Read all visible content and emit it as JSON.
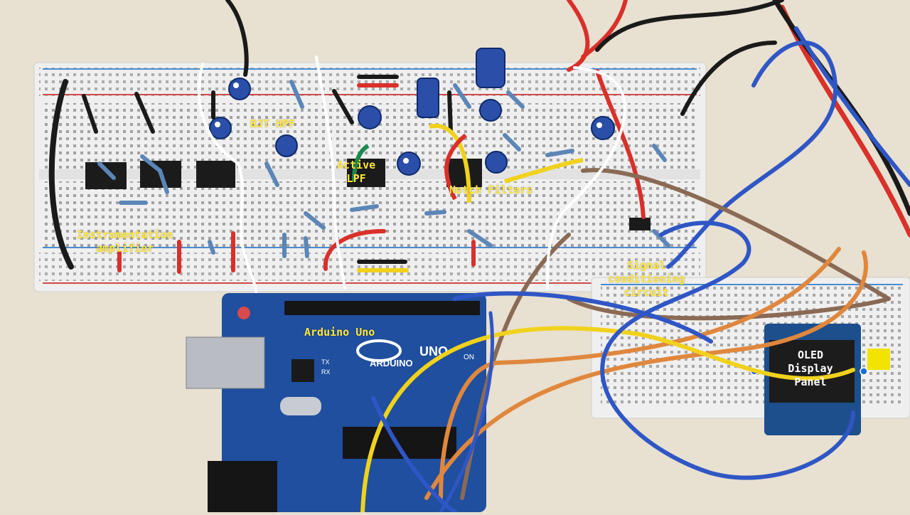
{
  "labels": {
    "bjt_hpf": "BJT HPF",
    "active_lpf": "Active\nLPF",
    "notch_filters": "Notch Filters",
    "instrumentation_amplifier": "Instrumentation\namplifier",
    "signal_conditioning": "Signal\nconditioning\ncircuit",
    "arduino_uno": "Arduino Uno",
    "oled_display_panel": "OLED\nDisplay\nPanel"
  },
  "board_markings": {
    "arduino_brand": "ARDUINO",
    "uno": "UNO",
    "on": "ON",
    "tx": "TX",
    "rx": "RX"
  },
  "colors": {
    "label_yellow": "#ffe63b",
    "table": "#e7dfcf",
    "breadboard": "#eeeeee",
    "arduino_blue": "#1f4f9e",
    "oled_black": "#1c1c1c"
  }
}
